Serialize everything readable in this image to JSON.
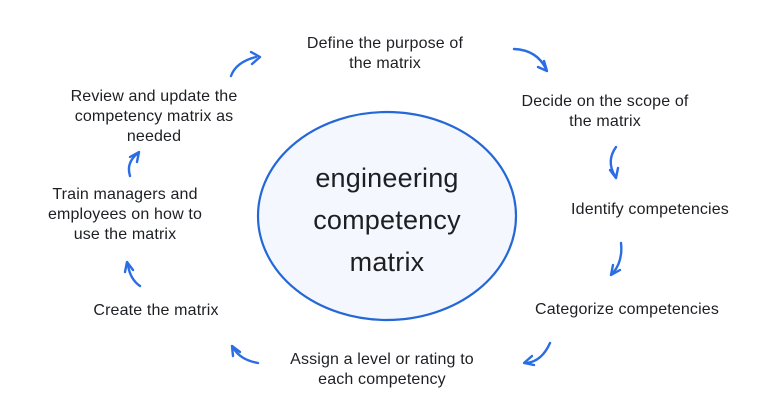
{
  "diagram": {
    "center": {
      "label": "engineering competency matrix",
      "lines": [
        "engineering",
        "competency",
        "matrix"
      ]
    },
    "steps": [
      {
        "label": "Define the purpose of the matrix",
        "lines": [
          "Define the purpose of",
          "the matrix"
        ]
      },
      {
        "label": "Decide on the scope of the matrix",
        "lines": [
          "Decide on the scope of",
          "the matrix"
        ]
      },
      {
        "label": "Identify competencies",
        "lines": [
          "Identify competencies"
        ]
      },
      {
        "label": "Categorize competencies",
        "lines": [
          "Categorize competencies"
        ]
      },
      {
        "label": "Assign a level or rating to each competency",
        "lines": [
          "Assign a level or rating to",
          "each competency"
        ]
      },
      {
        "label": "Create the matrix",
        "lines": [
          "Create the matrix"
        ]
      },
      {
        "label": "Train managers and employees on how to use the matrix",
        "lines": [
          "Train managers and",
          "employees on how to",
          "use the matrix"
        ]
      },
      {
        "label": "Review and update the competency matrix as needed",
        "lines": [
          "Review and update the",
          "competency matrix as",
          "needed"
        ]
      }
    ],
    "arrows": [
      {
        "from_step": 1,
        "to_step": 2
      },
      {
        "from_step": 2,
        "to_step": 3
      },
      {
        "from_step": 3,
        "to_step": 4
      },
      {
        "from_step": 4,
        "to_step": 5
      },
      {
        "from_step": 5,
        "to_step": 6
      },
      {
        "from_step": 6,
        "to_step": 7
      },
      {
        "from_step": 7,
        "to_step": 8
      },
      {
        "from_step": 8,
        "to_step": 1
      }
    ],
    "colors": {
      "arrow": "#2b6de3",
      "ellipse_stroke": "#2368d6",
      "ellipse_fill": "#f4f7fd",
      "text": "#1d1f23",
      "background": "#ffffff"
    }
  }
}
